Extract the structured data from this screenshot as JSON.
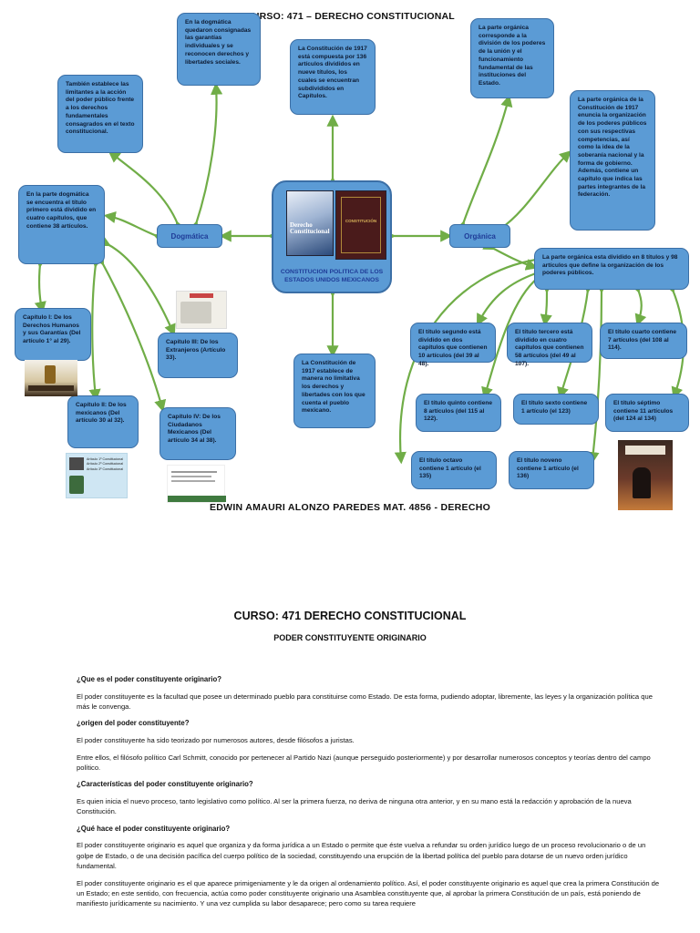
{
  "mindmap": {
    "title": "CURSO: 471 – DERECHO CONSTITUCIONAL",
    "center": {
      "caption": "CONSTITUCION POLITICA DE LOS ESTADOS UNIDOS MEXICANOS",
      "book_left_title": "Derecho Constitucional",
      "book_right_title": "CONSTITUCIÓN"
    },
    "dogmatica_label": "Dogmática",
    "organica_label": "Orgánica",
    "boxes": {
      "garantias": "En la dogmática quedaron consignadas las garantías individuales y se reconocen derechos y libertades sociales.",
      "composicion": "La Constitución de 1917 está compuesta por 136 artículos divididos en nueve títulos, los cuales se encuentran subdivididos en Capítulos.",
      "parte_organica": "La parte orgánica corresponde a la división de los poderes de la unión y el funcionamiento fundamental de las instituciones del Estado.",
      "limitantes": "También establece las limitantes a la acción del poder público frente a los derechos fundamentales consagrados en el texto constitucional.",
      "organizacion": "La parte orgánica de la Constitución de 1917 enuncia la organización de los poderes públicos con sus respectivas competencias, así como la idea de la soberanía nacional y la forma de gobierno. Además, contiene un capítulo que indica las partes integrantes de la federación.",
      "titulo_primero": "En la parte dogmática se encuentra el título primero está dividido en cuatro capítulos, que contiene 38 artículos.",
      "ocho_titulos": "La parte orgánica esta dividido en 8 títulos y 98 artículos que define la organización de los poderes públicos.",
      "capitulo_1": "Capítulo I: De los Derechos Humanos y sus Garantías (Del artículo 1° al 29).",
      "capitulo_3": "Capítulo III: De los Extranjeros (Artículo 33).",
      "capitulo_2": "Capítulo II: De los mexicanos (Del artículo 30 al 32).",
      "capitulo_4": "Capítulo IV: De los Ciudadanos Mexicanos (Del artículo 34 al 38).",
      "limitativa": "La Constitución de 1917 establece de manera no limitativa los derechos y libertades con los que cuenta el pueblo mexicano.",
      "titulo_2": "El título segundo está dividido en dos capítulos que contienen 10 artículos (del 39 al 48).",
      "titulo_3": "El título tercero está dividido en cuatro capítulos que contienen 58 artículos (del 49 al 107).",
      "titulo_4": "El título cuarto contiene 7 artículos (del 108 al 114).",
      "titulo_5": "El título quinto contiene 8 artículos (del 115 al 122).",
      "titulo_6": "El título sexto contiene 1 artículo (el 123)",
      "titulo_7": "El título séptimo contiene 11 artículos (del 124 al 134)",
      "titulo_8": "El título octavo contiene 1 artículo (el 135)",
      "titulo_9": "El título noveno contiene 1 artículo (el 136)"
    },
    "thumb_list": [
      "Artículo 1º Constitucional",
      "Artículo 2º Constitucional",
      "Artículo 3º Constitucional"
    ],
    "author": "EDWIN AMAURI ALONZO PAREDES MAT. 4856 - DERECHO"
  },
  "document": {
    "title": "CURSO: 471 DERECHO CONSTITUCIONAL",
    "subtitle": "PODER CONSTITUYENTE ORIGINARIO",
    "q1": "¿Que es el poder constituyente originario?",
    "p1": "El poder constituyente es la facultad que posee un determinado pueblo para constituirse como Estado. De esta forma, pudiendo adoptar, libremente, las leyes y la organización política que más le convenga.",
    "q2": "¿origen del poder constituyente?",
    "p2": "El poder constituyente ha sido teorizado por numerosos autores, desde filósofos a juristas.",
    "p3": "Entre ellos, el filósofo político Carl Schmitt, conocido por pertenecer al Partido Nazi (aunque perseguido posteriormente) y por desarrollar numerosos conceptos y teorías dentro del campo político.",
    "q3": "¿Características del poder constituyente originario?",
    "p4": "Es quien inicia el nuevo proceso, tanto legislativo como político. Al ser la primera fuerza, no deriva de ninguna otra anterior, y en su mano está la redacción y aprobación de la nueva Constitución.",
    "q4": "¿Qué hace el poder constituyente originario?",
    "p5": "El poder constituyente originario es aquel que organiza y da forma jurídica a un Estado o permite que éste vuelva a refundar su orden jurídico luego de un proceso revolucionario o de un golpe de Estado, o de una decisión pacífica del cuerpo político de la sociedad, constituyendo una erupción de la libertad política del pueblo para dotarse de un nuevo orden jurídico fundamental.",
    "p6": "El poder constituyente originario es el que aparece primigeniamente y le da origen al ordenamiento político. Así, el poder constituyente originario es aquel que crea la primera Constitución de un Estado; en este sentido, con frecuencia, actúa como poder constituyente originario una Asamblea constituyente que, al aprobar la primera Constitución de un país, está poniendo de manifiesto jurídicamente su nacimiento. Y una vez cumplida su labor desaparece; pero como su tarea requiere"
  },
  "colors": {
    "box_fill": "#5b9bd5",
    "box_border": "#3b6fa6",
    "arrow": "#70ad47",
    "label_text": "#1f3c98"
  }
}
